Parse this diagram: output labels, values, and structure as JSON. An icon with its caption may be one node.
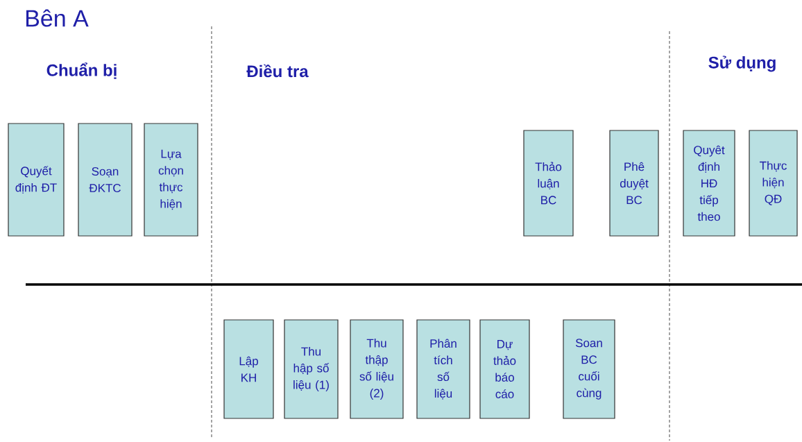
{
  "diagram": {
    "title": "Bên A",
    "nodes": [
      {
        "text": [
          "Quyết định ĐT"
        ]
      },
      {
        "text": [
          "Soạn ĐKTC"
        ]
      },
      {
        "text": [
          "Lựa chọn thực hiện"
        ]
      },
      {
        "text": [
          "Thảo luận BC"
        ]
      },
      {
        "text": [
          "Phê duyệt BC"
        ]
      },
      {
        "text": [
          "Quyêt định HĐ tiếp theo"
        ]
      },
      {
        "text": [
          "Thực hiện QĐ"
        ]
      },
      {
        "text": [
          "Lập KH"
        ]
      },
      {
        "text": [
          "Thu hập số liệu (1)"
        ]
      },
      {
        "text": [
          "Thu thập số liệu (2)"
        ]
      },
      {
        "text": [
          "Phân tích số liệu"
        ]
      },
      {
        "text": [
          "Dự thảo báo cáo"
        ]
      },
      {
        "text": [
          "Soan BC cuối cùng"
        ]
      }
    ],
    "labels": [
      "Chuẩn bị",
      "Điều tra",
      "Sử dụng"
    ]
  }
}
